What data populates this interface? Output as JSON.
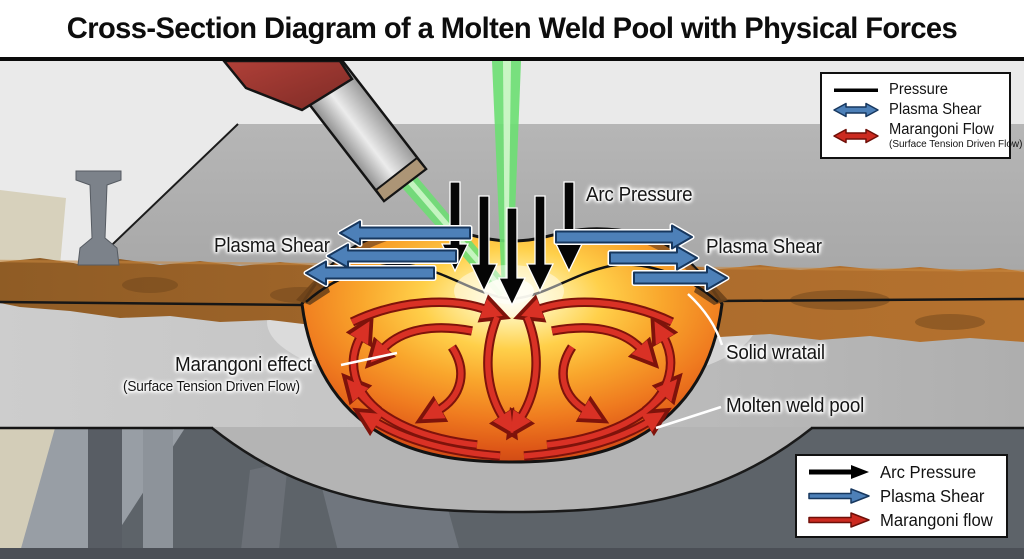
{
  "title": "Cross-Section Diagram of a Molten Weld Pool with Physical Forces",
  "labels": {
    "arc_pressure": "Arc Pressure",
    "plasma_shear_left": "Plasma Shear",
    "plasma_shear_right": "Plasma Shear",
    "marangoni_effect": "Marangoni effect",
    "marangoni_sub": "(Surface Tension Driven Flow)",
    "solid_wratail": "Solid wratail",
    "molten_weld_pool": "Molten weld pool"
  },
  "legend_top": {
    "items": [
      {
        "label": "Pressure",
        "symbol": "line",
        "color": "#000000"
      },
      {
        "label": "Plasma Shear",
        "symbol": "double-arrow",
        "color": "#4d80b8"
      },
      {
        "label": "Marangoni Flow",
        "sublabel": "(Surface Tension Driven Flow)",
        "symbol": "double-arrow",
        "color": "#cc2a20"
      }
    ]
  },
  "legend_bottom": {
    "items": [
      {
        "label": "Arc Pressure",
        "symbol": "arrow-right",
        "color": "#000000"
      },
      {
        "label": "Plasma Shear",
        "symbol": "arrow-right",
        "color": "#4d80b8"
      },
      {
        "label": "Marangoni flow",
        "symbol": "arrow-right",
        "color": "#cc2a20"
      }
    ]
  },
  "colors": {
    "plasma_shear_blue": "#4d80b8",
    "marangoni_red": "#cc2a20",
    "arc_pressure_black": "#000000",
    "laser_green": "#6ede74",
    "pool_core": "#fffef2",
    "pool_rim": "#cc4714",
    "rust_brown": "#a96a2c",
    "plate_gray": "#b0b0b0",
    "under_table_gray": "#5d6369",
    "background_gray": "#eaeaea"
  }
}
